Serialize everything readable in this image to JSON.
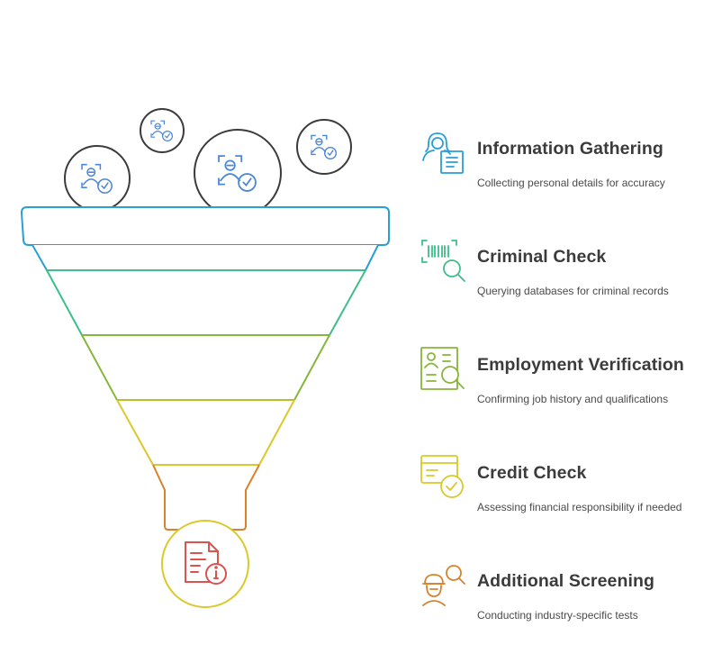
{
  "colors": {
    "dark": "#3b3b3b",
    "blue": "#2a9fd6",
    "teal": "#3cbf8a",
    "green": "#86b63a",
    "yellow": "#d9c92a",
    "orange": "#d9822b",
    "red": "#d9534f",
    "person_blue": "#4a86d9"
  },
  "stages": [
    {
      "title": "Information Gathering",
      "description": "Collecting personal details for accuracy",
      "icon": "person-document-icon",
      "color": "#2a9fd6"
    },
    {
      "title": "Criminal Check",
      "description": "Querying databases for criminal records",
      "icon": "barcode-search-icon",
      "color": "#3cbf8a"
    },
    {
      "title": "Employment Verification",
      "description": "Confirming job history and qualifications",
      "icon": "resume-search-icon",
      "color": "#86b63a"
    },
    {
      "title": "Credit Check",
      "description": "Assessing financial responsibility if needed",
      "icon": "credit-card-check-icon",
      "color": "#d9c92a"
    },
    {
      "title": "Additional Screening",
      "description": "Conducting industry-specific tests",
      "icon": "worker-search-icon",
      "color": "#d9822b"
    }
  ],
  "inputs": {
    "icon": "verified-person-icon",
    "count": 4
  },
  "output": {
    "icon": "document-info-icon"
  }
}
